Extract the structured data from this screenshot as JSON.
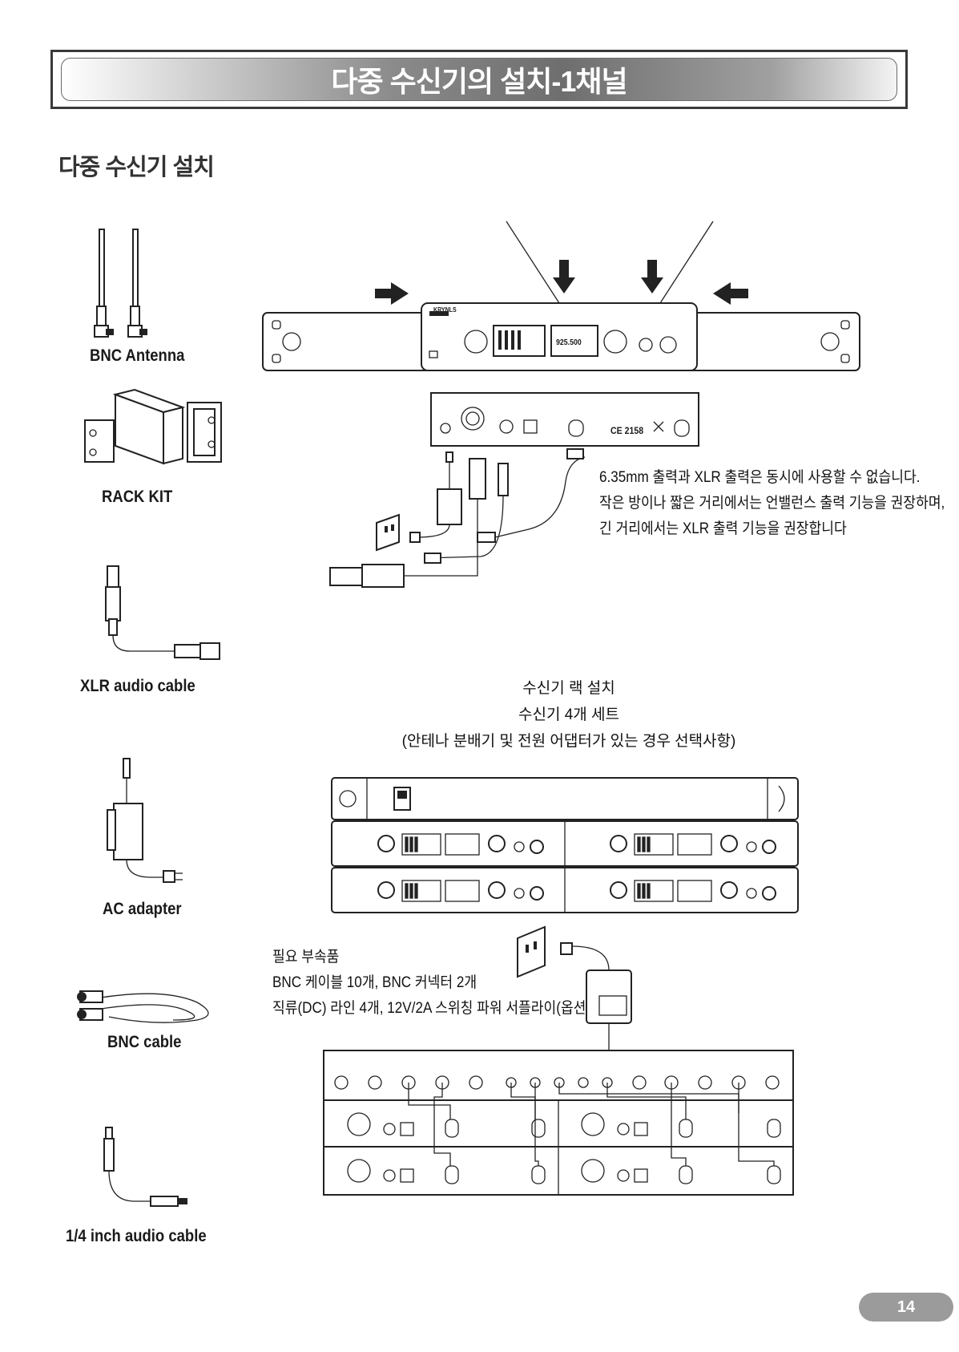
{
  "header": {
    "title": "다중 수신기의 설치-1채널"
  },
  "section": {
    "title": "다중 수신기 설치"
  },
  "accessories": [
    {
      "label": "BNC Antenna",
      "icon": "bnc-antenna-icon"
    },
    {
      "label": "RACK KIT",
      "icon": "rack-kit-icon"
    },
    {
      "label": "XLR audio cable",
      "icon": "xlr-cable-icon"
    },
    {
      "label": "AC adapter",
      "icon": "ac-adapter-icon"
    },
    {
      "label": "BNC cable",
      "icon": "bnc-cable-icon"
    },
    {
      "label": "1/4 inch audio cable",
      "icon": "quarter-inch-cable-icon"
    }
  ],
  "receiver_front": {
    "brand": "KRYNLS",
    "frequency": "925.500"
  },
  "receiver_back": {
    "cert": "CE 2158"
  },
  "output_note": [
    "6.35mm 출력과 XLR 출력은 동시에 사용할 수 없습니다.",
    "작은 방이나 짧은 거리에서는 언밸런스 출력 기능을 권장하며,",
    "긴 거리에서는 XLR 출력 기능을 권장합니다"
  ],
  "rack_caption": [
    "수신기 랙 설치",
    "수신기 4개 세트",
    "(안테나 분배기 및 전원 어댑터가 있는 경우 선택사항)"
  ],
  "required_parts": [
    "필요 부속품",
    "BNC 케이블 10개, BNC 커넥터 2개",
    "직류(DC) 라인 4개, 12V/2A 스위칭 파워 서플라이(옵션)"
  ],
  "page": {
    "number": "14"
  }
}
